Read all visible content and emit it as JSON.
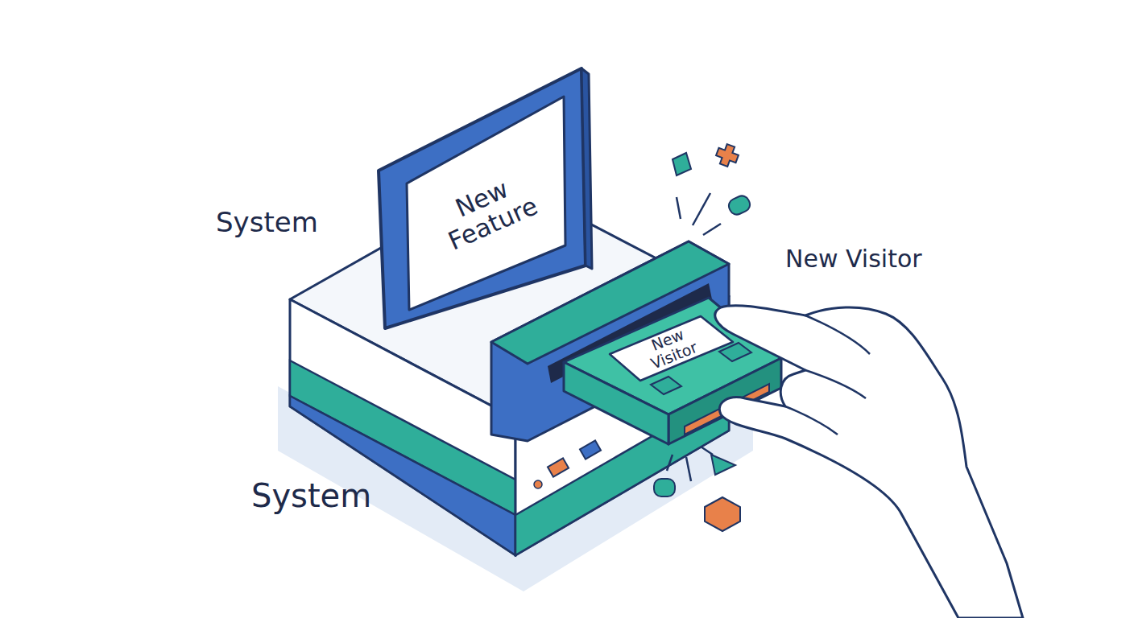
{
  "diagram": {
    "nodes": [
      {
        "text": [
          "New Feature"
        ]
      },
      {
        "text": [
          "New Visitor"
        ]
      }
    ],
    "labels": [
      "System",
      "New Visitor",
      "System"
    ]
  }
}
